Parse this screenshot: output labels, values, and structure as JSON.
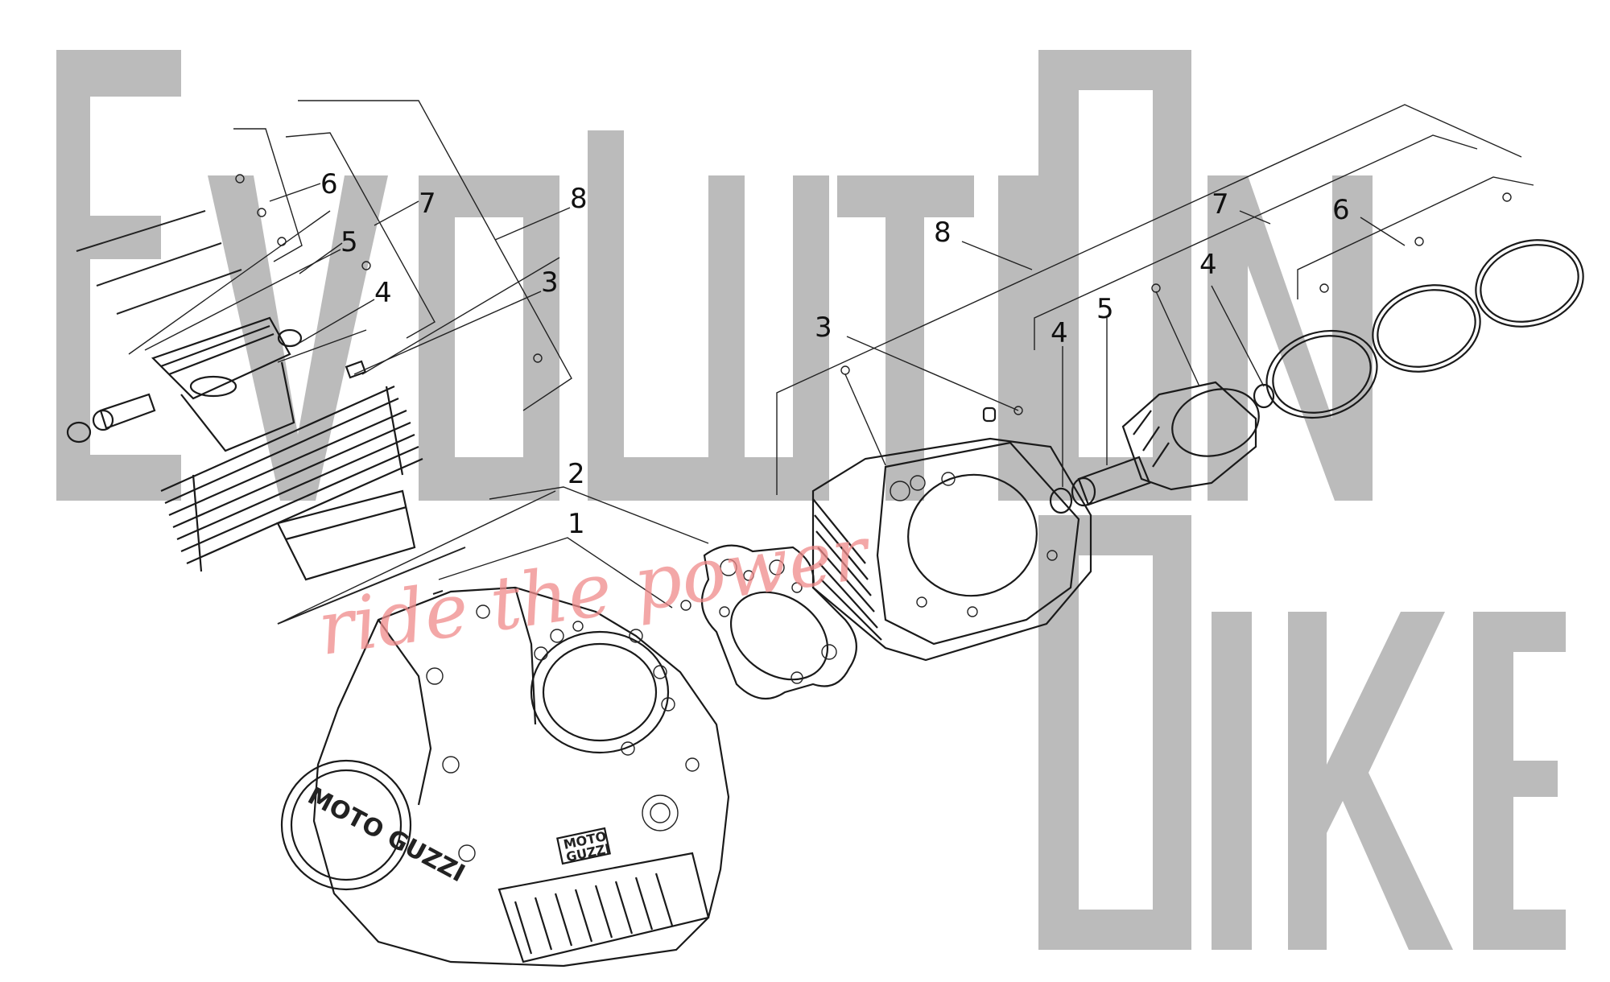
{
  "watermark": {
    "brand": "EvolutiOn Bike",
    "tagline": "ride the power"
  },
  "engine": {
    "cover_brand": "MOTO GUZZI",
    "plate_brand_line1": "MOTO",
    "plate_brand_line2": "GUZZI"
  },
  "callouts_left": [
    {
      "id": "l1",
      "label": "1"
    },
    {
      "id": "l2",
      "label": "2"
    },
    {
      "id": "l3",
      "label": "3"
    },
    {
      "id": "l4",
      "label": "4"
    },
    {
      "id": "l5",
      "label": "5"
    },
    {
      "id": "l6",
      "label": "6"
    },
    {
      "id": "l7",
      "label": "7"
    },
    {
      "id": "l8",
      "label": "8"
    }
  ],
  "callouts_right": [
    {
      "id": "r3",
      "label": "3"
    },
    {
      "id": "r4a",
      "label": "4"
    },
    {
      "id": "r4b",
      "label": "4"
    },
    {
      "id": "r5",
      "label": "5"
    },
    {
      "id": "r6",
      "label": "6"
    },
    {
      "id": "r7",
      "label": "7"
    },
    {
      "id": "r8",
      "label": "8"
    }
  ]
}
